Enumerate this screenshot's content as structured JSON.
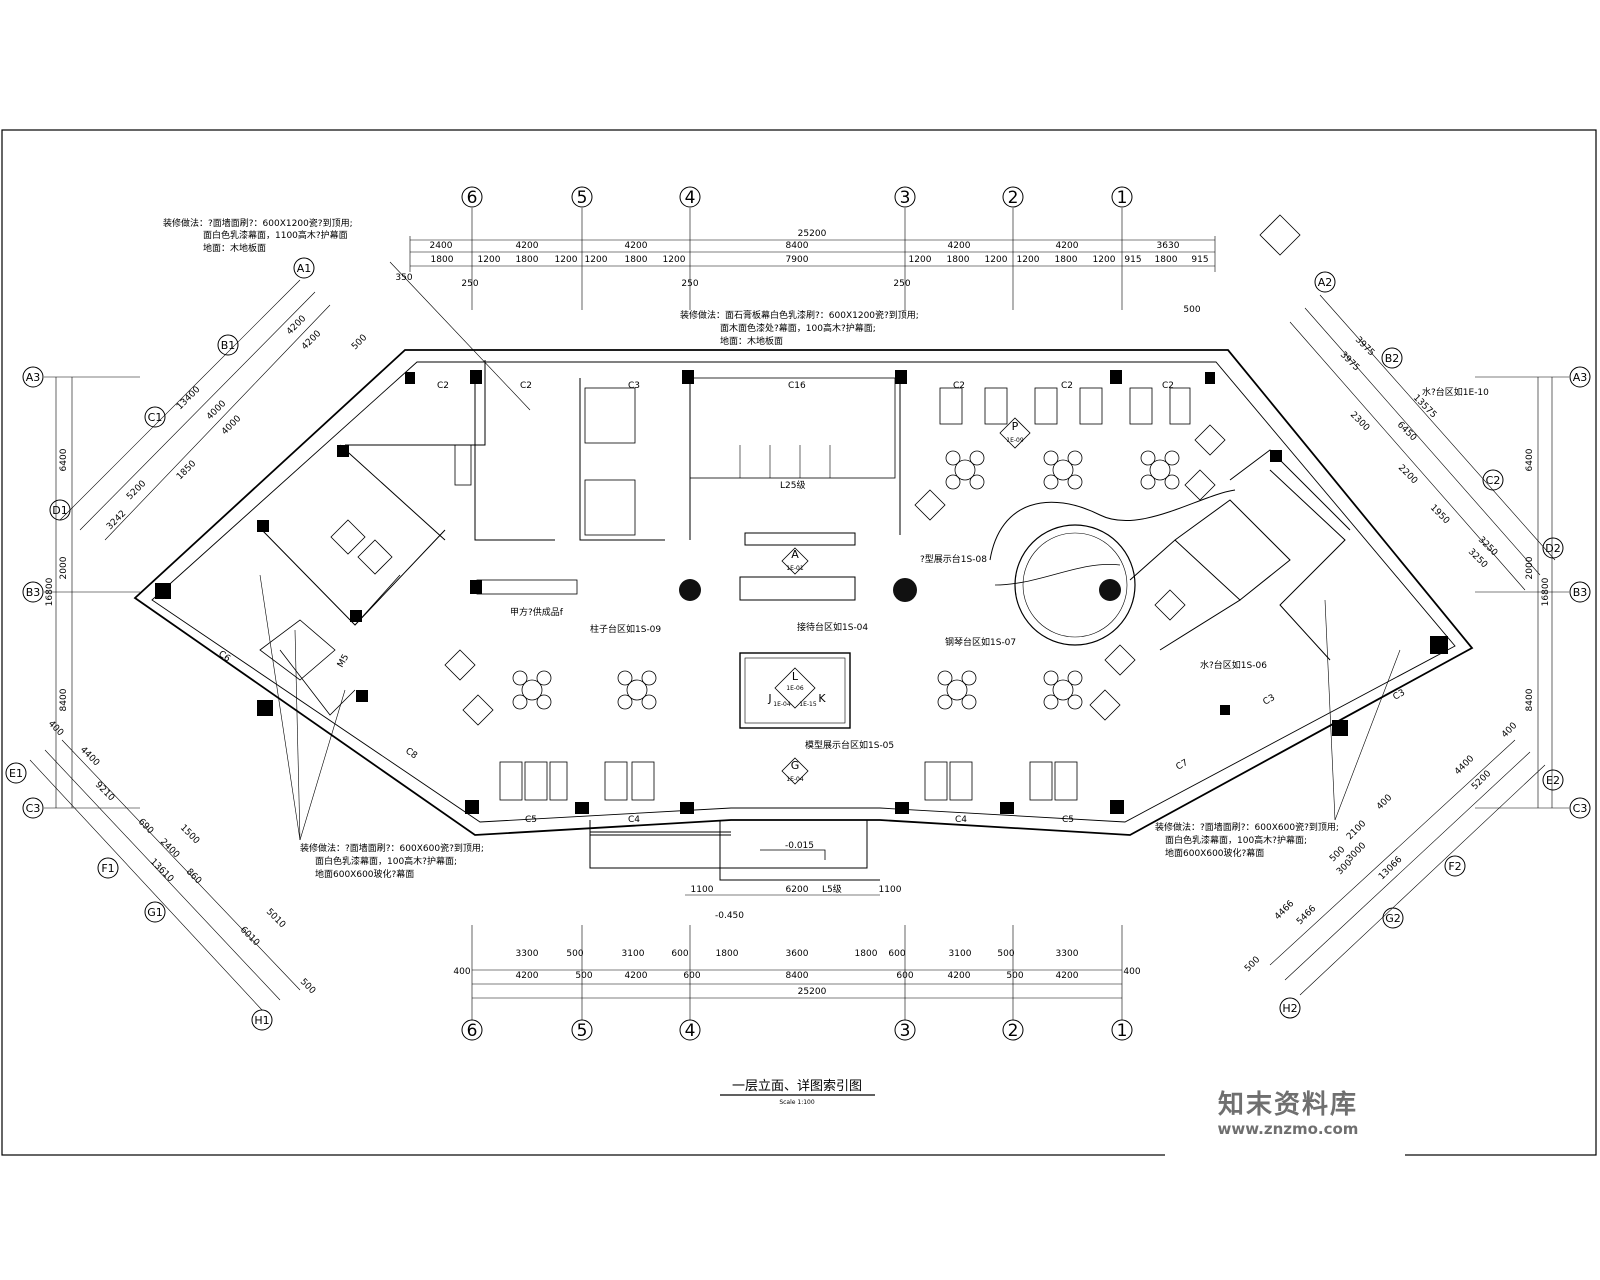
{
  "title": "一层立面、详图索引图",
  "scale": "Scale 1:100",
  "watermark": {
    "name": "知末资料库",
    "url": "www.znzmo.com"
  },
  "axes_top": [
    "6",
    "5",
    "4",
    "3",
    "2",
    "1"
  ],
  "axes_bottom": [
    "6",
    "5",
    "4",
    "3",
    "2",
    "1"
  ],
  "axes_left": [
    "A3",
    "B3",
    "C3"
  ],
  "axes_right": [
    "A3",
    "B3",
    "C3"
  ],
  "axes_left_diag": [
    "A1",
    "B1",
    "C1",
    "D1",
    "E1",
    "F1",
    "G1",
    "H1"
  ],
  "axes_right_diag": [
    "A2",
    "B2",
    "C2",
    "D2",
    "E2",
    "F2",
    "G2",
    "H2"
  ],
  "dims": {
    "top_total": "25200",
    "top_row1": [
      "2400",
      "4200",
      "4200",
      "8400",
      "4200",
      "4200",
      "3630"
    ],
    "top_row2": [
      "1800",
      "1200",
      "1800",
      "1200",
      "1200",
      "1800",
      "1200",
      "7900",
      "1200",
      "1800",
      "1200",
      "1200",
      "1800",
      "1200",
      "915",
      "1800",
      "915"
    ],
    "top_misc": [
      "350",
      "250",
      "250",
      "250",
      "500"
    ],
    "bottom_row1": [
      "3300",
      "500",
      "3100",
      "600",
      "1800",
      "3600",
      "1800",
      "600",
      "3100",
      "500",
      "3300"
    ],
    "bottom_row2": [
      "4200",
      "500",
      "4200",
      "600",
      "8400",
      "600",
      "4200",
      "500",
      "4200"
    ],
    "bottom_total": "25200",
    "bottom_side": [
      "400",
      "400"
    ],
    "entrance": [
      "1100",
      "6200",
      "1100"
    ],
    "left_v": [
      "6400",
      "2000",
      "8400",
      "16800"
    ],
    "right_v": [
      "6400",
      "2000",
      "8400",
      "16800"
    ],
    "left_diag_upper": [
      "4200",
      "4200",
      "13400",
      "4000",
      "4000",
      "5200",
      "1850",
      "3242",
      "500"
    ],
    "left_diag_lower": [
      "400",
      "4400",
      "9210",
      "690",
      "1500",
      "2400",
      "13610",
      "860",
      "5010",
      "6010",
      "500"
    ],
    "right_diag_upper": [
      "3975",
      "3975",
      "2300",
      "13575",
      "6450",
      "2200",
      "1950",
      "3250",
      "3250"
    ],
    "right_diag_lower": [
      "400",
      "4400",
      "5200",
      "2100",
      "400",
      "500",
      "3000",
      "300",
      "13066",
      "4466",
      "5466",
      "500"
    ]
  },
  "levels": [
    "-0.015",
    "-0.450"
  ],
  "steps": [
    "L25级",
    "L5级"
  ],
  "windows": [
    "C2",
    "C2",
    "C3",
    "C16",
    "C2",
    "C2",
    "C2",
    "C6",
    "C8",
    "C5",
    "C4",
    "C4",
    "C5",
    "C7",
    "C3",
    "C3",
    "M5"
  ],
  "notes": {
    "top_left": [
      "装修做法：?面墙面刷?：600X1200瓷?到顶用;",
      "面白色乳漆幕面，1100高木?护幕面",
      "地面：木地板面"
    ],
    "top_center": [
      "装修做法：面石膏板幕白色乳漆刷?：600X1200瓷?到顶用;",
      "面木面色漆处?幕面，100高木?护幕面;",
      "地面：木地板面"
    ],
    "bottom_left": [
      "装修做法：?面墙面刷?：600X600瓷?到顶用;",
      "面白色乳漆幕面，100高木?护幕面;",
      "地面600X600玻化?幕面"
    ],
    "bottom_right": [
      "装修做法：?面墙面刷?：600X600瓷?到顶用;",
      "面白色乳漆幕面，100高木?护幕面;",
      "地面600X600玻化?幕面"
    ]
  },
  "callouts": {
    "water_1e10": "水?台区如1E-10",
    "display_1s08": "?型展示台1S-08",
    "pillar_1s09": "柱子台区如1S-09",
    "reception_1s04": "接待台区如1S-04",
    "piano_1s07": "钢琴台区如1S-07",
    "water_1s06": "水?台区如1S-06",
    "model_1s05": "模型展示台区如1S-05",
    "product": "甲方?供成品f"
  },
  "index_marks": {
    "A": {
      "letter": "A",
      "ref": "1E-01"
    },
    "P": {
      "letter": "P",
      "ref": "1E-09"
    },
    "G": {
      "letter": "G",
      "ref": "1E-04"
    },
    "L": {
      "letter": "L",
      "ref": "1E-06"
    },
    "J": {
      "letter": "J",
      "ref": "1E-04"
    },
    "K": {
      "letter": "K",
      "ref": "1E-15"
    }
  }
}
